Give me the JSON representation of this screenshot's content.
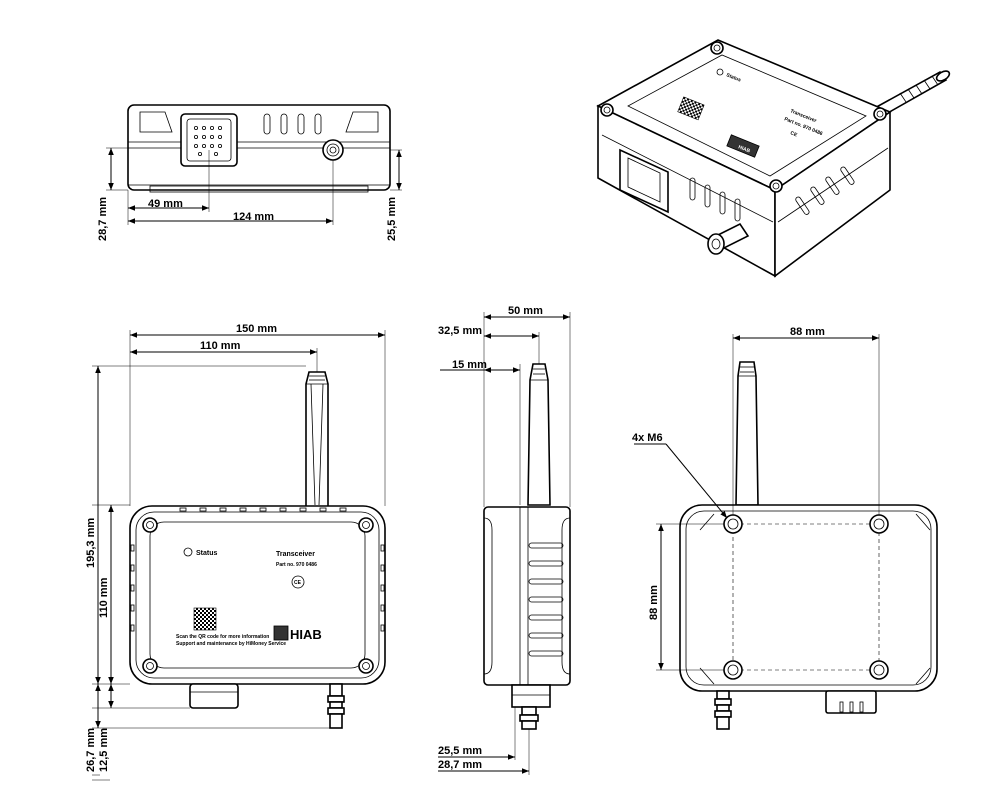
{
  "dimensions": {
    "front_w49": "49 mm",
    "front_w124": "124 mm",
    "front_h287": "28,7 mm",
    "front_h255": "25,5 mm",
    "top_w150": "150 mm",
    "top_w110": "110 mm",
    "top_h1953": "195,3 mm",
    "top_h110": "110 mm",
    "top_h267": "26,7 mm",
    "top_h125": "12,5 mm",
    "side_w50": "50 mm",
    "side_w325": "32,5 mm",
    "side_w15": "15 mm",
    "side_h255": "25,5 mm",
    "side_h287": "28,7 mm",
    "bottom_w88": "88 mm",
    "bottom_h88": "88 mm",
    "bottom_holes": "4x M6"
  },
  "label": {
    "status": "Status",
    "title": "Transceiver",
    "part_no": "Part no. 970 0486",
    "ce": "CE",
    "brand": "HIAB",
    "qr_line1": "Scan the QR code for more information",
    "qr_line2": "Support and maintenance by HiMoney Service"
  },
  "iso_label": {
    "status": "Status",
    "title": "Transceiver",
    "part_no": "Part no. 970 0486",
    "ce": "CE",
    "brand": "HIAB"
  }
}
